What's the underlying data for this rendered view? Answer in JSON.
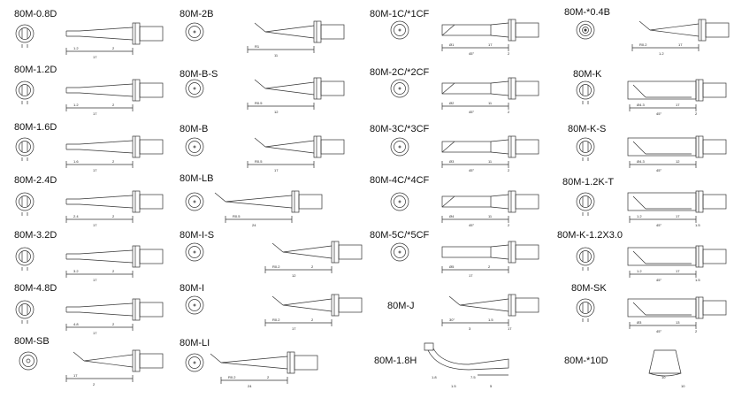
{
  "tips": [
    {
      "name": "80M-0.8D",
      "dims": [
        "1.2",
        "17",
        "2"
      ]
    },
    {
      "name": "80M-1.2D",
      "dims": [
        "1.2",
        "17",
        "2"
      ]
    },
    {
      "name": "80M-1.6D",
      "dims": [
        "1.6",
        "17",
        "2"
      ]
    },
    {
      "name": "80M-2.4D",
      "dims": [
        "2.4",
        "17",
        "2"
      ]
    },
    {
      "name": "80M-3.2D",
      "dims": [
        "3.2",
        "17",
        "2"
      ]
    },
    {
      "name": "80M-4.8D",
      "dims": [
        "4.8",
        "17",
        "2"
      ]
    },
    {
      "name": "80M-SB",
      "dims": [
        "17",
        "2"
      ]
    },
    {
      "name": "80M-2B",
      "dims": [
        "R1",
        "11"
      ]
    },
    {
      "name": "80M-B-S",
      "dims": [
        "R0.5",
        "12"
      ]
    },
    {
      "name": "80M-B",
      "dims": [
        "R0.5",
        "17"
      ]
    },
    {
      "name": "80M-LB",
      "dims": [
        "R0.5",
        "24"
      ]
    },
    {
      "name": "80M-I-S",
      "dims": [
        "R0.2",
        "12",
        "2"
      ]
    },
    {
      "name": "80M-I",
      "dims": [
        "R0.2",
        "17",
        "2"
      ]
    },
    {
      "name": "80M-LI",
      "dims": [
        "R0.2",
        "24",
        "2"
      ]
    },
    {
      "name": "80M-1C/*1CF",
      "dims": [
        "Ø1",
        "45°",
        "17",
        "2"
      ]
    },
    {
      "name": "80M-2C/*2CF",
      "dims": [
        "Ø2",
        "45°",
        "11",
        "2"
      ]
    },
    {
      "name": "80M-3C/*3CF",
      "dims": [
        "Ø3",
        "45°",
        "11",
        "2"
      ]
    },
    {
      "name": "80M-4C/*4CF",
      "dims": [
        "Ø4",
        "45°",
        "11",
        "2"
      ]
    },
    {
      "name": "80M-5C/*5CF",
      "dims": [
        "Ø5",
        "17",
        "2"
      ]
    },
    {
      "name": "80M-J",
      "dims": [
        "30°",
        "3",
        "1.5",
        "17"
      ]
    },
    {
      "name": "80M-1.8H",
      "dims": [
        "1.8",
        "1.5",
        "7.5",
        "5"
      ]
    },
    {
      "name": "80M-*0.4B",
      "dims": [
        "R0.2",
        "1.2",
        "17"
      ]
    },
    {
      "name": "80M-K",
      "dims": [
        "Ø4.3",
        "45°",
        "17",
        "2"
      ]
    },
    {
      "name": "80M-K-S",
      "dims": [
        "Ø4.3",
        "45°",
        "12"
      ]
    },
    {
      "name": "80M-1.2K-T",
      "dims": [
        "1.2",
        "45°",
        "17",
        "1.5"
      ]
    },
    {
      "name": "80M-K-1.2X3.0",
      "dims": [
        "1.2",
        "45°",
        "17",
        "1.5"
      ]
    },
    {
      "name": "80M-SK",
      "dims": [
        "Ø3",
        "45°",
        "13",
        "2"
      ]
    },
    {
      "name": "80M-*10D",
      "dims": [
        "10",
        "10"
      ]
    }
  ]
}
